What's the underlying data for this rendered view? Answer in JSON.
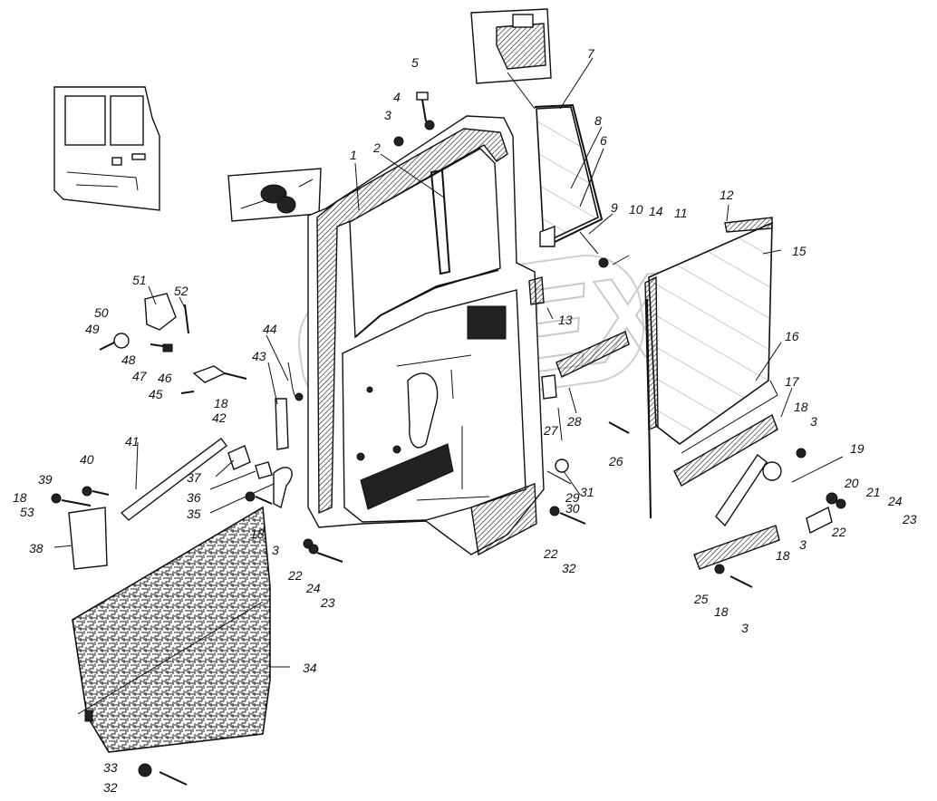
{
  "diagram": {
    "watermark": "OPEX",
    "labels": [
      {
        "id": "1",
        "text": "1"
      },
      {
        "id": "2",
        "text": "2"
      },
      {
        "id": "3a",
        "text": "3"
      },
      {
        "id": "4",
        "text": "4"
      },
      {
        "id": "5",
        "text": "5"
      },
      {
        "id": "6",
        "text": "6"
      },
      {
        "id": "7",
        "text": "7"
      },
      {
        "id": "8",
        "text": "8"
      },
      {
        "id": "9",
        "text": "9"
      },
      {
        "id": "10",
        "text": "10"
      },
      {
        "id": "14",
        "text": "14"
      },
      {
        "id": "11",
        "text": "11"
      },
      {
        "id": "12",
        "text": "12"
      },
      {
        "id": "15",
        "text": "15"
      },
      {
        "id": "13",
        "text": "13"
      },
      {
        "id": "16",
        "text": "16"
      },
      {
        "id": "17",
        "text": "17"
      },
      {
        "id": "18a",
        "text": "18"
      },
      {
        "id": "3b",
        "text": "3"
      },
      {
        "id": "19",
        "text": "19"
      },
      {
        "id": "20",
        "text": "20"
      },
      {
        "id": "21",
        "text": "21"
      },
      {
        "id": "24a",
        "text": "24"
      },
      {
        "id": "23a",
        "text": "23"
      },
      {
        "id": "22a",
        "text": "22"
      },
      {
        "id": "3c",
        "text": "3"
      },
      {
        "id": "18b",
        "text": "18"
      },
      {
        "id": "25",
        "text": "25"
      },
      {
        "id": "18c",
        "text": "18"
      },
      {
        "id": "3d",
        "text": "3"
      },
      {
        "id": "26",
        "text": "26"
      },
      {
        "id": "27",
        "text": "27"
      },
      {
        "id": "28",
        "text": "28"
      },
      {
        "id": "29",
        "text": "29"
      },
      {
        "id": "30",
        "text": "30"
      },
      {
        "id": "31",
        "text": "31"
      },
      {
        "id": "22b",
        "text": "22"
      },
      {
        "id": "32a",
        "text": "32"
      },
      {
        "id": "51",
        "text": "51"
      },
      {
        "id": "52",
        "text": "52"
      },
      {
        "id": "50",
        "text": "50"
      },
      {
        "id": "49",
        "text": "49"
      },
      {
        "id": "48",
        "text": "48"
      },
      {
        "id": "47",
        "text": "47"
      },
      {
        "id": "46",
        "text": "46"
      },
      {
        "id": "45",
        "text": "45"
      },
      {
        "id": "44",
        "text": "44"
      },
      {
        "id": "43",
        "text": "43"
      },
      {
        "id": "18d",
        "text": "18"
      },
      {
        "id": "42",
        "text": "42"
      },
      {
        "id": "41",
        "text": "41"
      },
      {
        "id": "40",
        "text": "40"
      },
      {
        "id": "39",
        "text": "39"
      },
      {
        "id": "18e",
        "text": "18"
      },
      {
        "id": "53",
        "text": "53"
      },
      {
        "id": "38",
        "text": "38"
      },
      {
        "id": "37",
        "text": "37"
      },
      {
        "id": "36",
        "text": "36"
      },
      {
        "id": "35",
        "text": "35"
      },
      {
        "id": "18f",
        "text": "18"
      },
      {
        "id": "3e",
        "text": "3"
      },
      {
        "id": "22c",
        "text": "22"
      },
      {
        "id": "24b",
        "text": "24"
      },
      {
        "id": "23b",
        "text": "23"
      },
      {
        "id": "34",
        "text": "34"
      },
      {
        "id": "33",
        "text": "33"
      },
      {
        "id": "32b",
        "text": "32"
      }
    ]
  }
}
